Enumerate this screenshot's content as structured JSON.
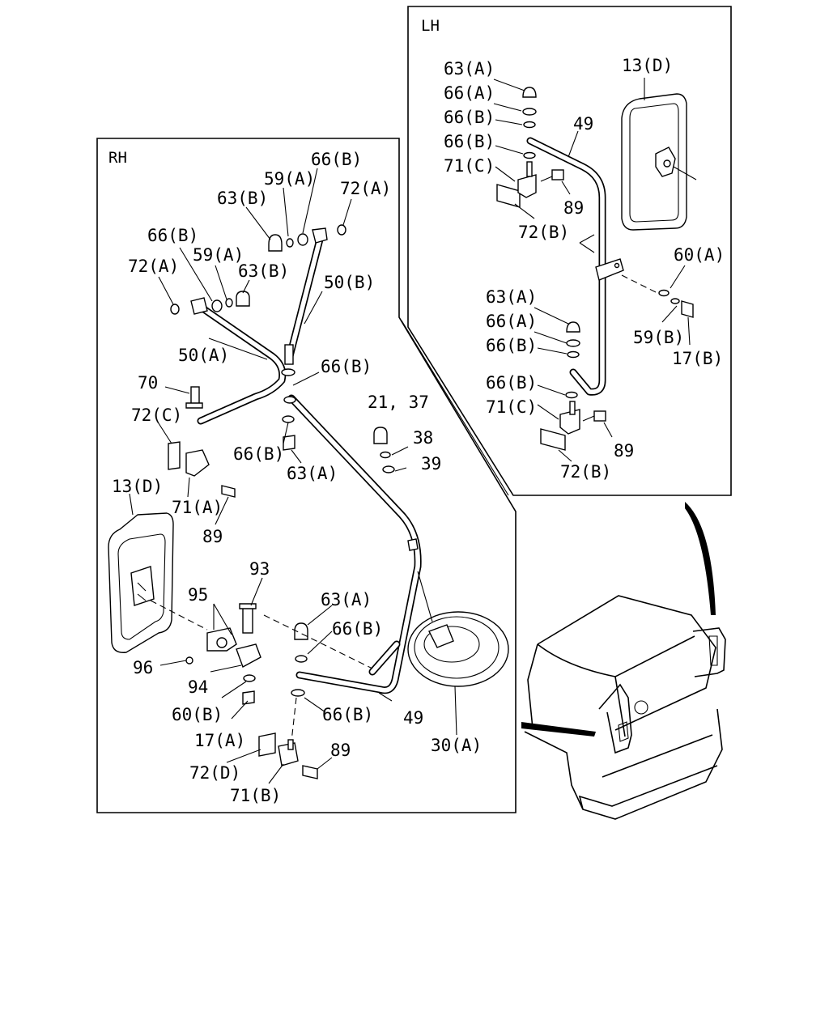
{
  "panels": {
    "lh_title": "LH",
    "rh_title": "RH"
  },
  "callouts": {
    "lh_63a_top": "63(A)",
    "lh_13d": "13(D)",
    "lh_66a_top": "66(A)",
    "lh_66b_1": "66(B)",
    "lh_49": "49",
    "lh_66b_2": "66(B)",
    "lh_71c_top": "71(C)",
    "lh_89_top": "89",
    "lh_72b_top": "72(B)",
    "lh_60a": "60(A)",
    "lh_63a_bot": "63(A)",
    "lh_66a_bot": "66(A)",
    "lh_66b_3": "66(B)",
    "lh_59b": "59(B)",
    "lh_17b": "17(B)",
    "lh_66b_4": "66(B)",
    "lh_71c_bot": "71(C)",
    "lh_89_bot": "89",
    "lh_72b_bot": "72(B)",
    "rh_66b_top": "66(B)",
    "rh_59a_top": "59(A)",
    "rh_72a_top": "72(A)",
    "rh_63b_top": "63(B)",
    "rh_66b_left": "66(B)",
    "rh_59a_left": "59(A)",
    "rh_72a_left": "72(A)",
    "rh_63b_left": "63(B)",
    "rh_50b": "50(B)",
    "rh_50a": "50(A)",
    "rh_66b_mid": "66(B)",
    "rh_70": "70",
    "rh_21_37": "21, 37",
    "rh_72c": "72(C)",
    "rh_38": "38",
    "rh_66b_low": "66(B)",
    "rh_39": "39",
    "rh_63a_mid": "63(A)",
    "rh_13d": "13(D)",
    "rh_71a": "71(A)",
    "rh_89_mid": "89",
    "rh_93": "93",
    "rh_95": "95",
    "rh_63a_low": "63(A)",
    "rh_66b_4": "66(B)",
    "rh_96": "96",
    "rh_94": "94",
    "rh_60b": "60(B)",
    "rh_66b_5": "66(B)",
    "rh_49": "49",
    "rh_17a": "17(A)",
    "rh_30a": "30(A)",
    "rh_89_bot": "89",
    "rh_72d": "72(D)",
    "rh_71b": "71(B)"
  }
}
